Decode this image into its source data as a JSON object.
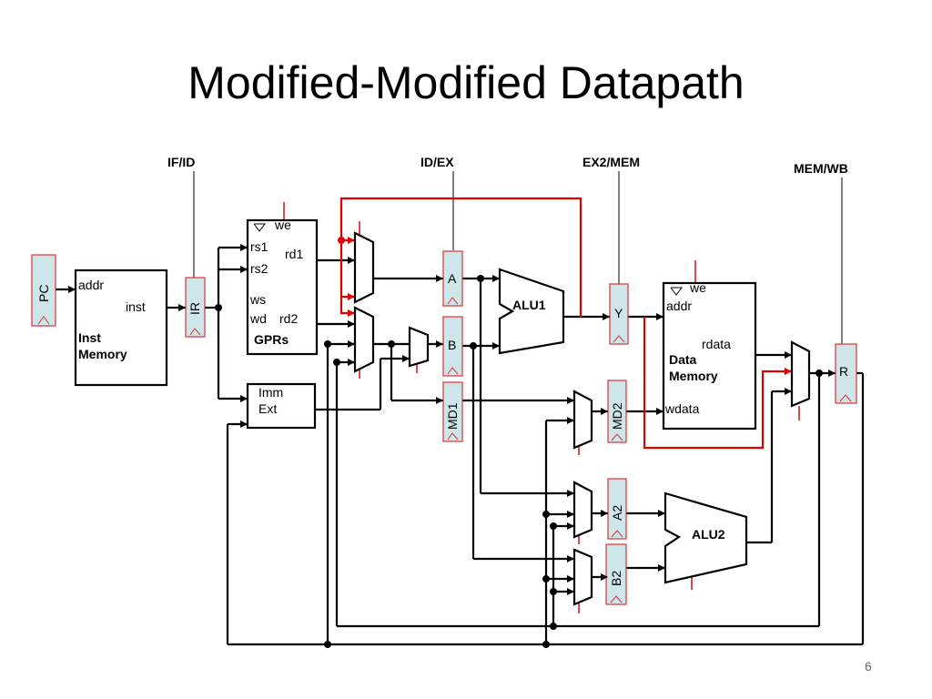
{
  "title": "Modified-Modified Datapath",
  "page_number": "6",
  "stages": {
    "if_id": "IF/ID",
    "id_ex": "ID/EX",
    "ex2_mem": "EX2/MEM",
    "mem_wb": "MEM/WB"
  },
  "registers": {
    "pc": "PC",
    "ir": "IR",
    "a": "A",
    "b": "B",
    "md1": "MD1",
    "y": "Y",
    "md2": "MD2",
    "a2": "A2",
    "b2": "B2",
    "r": "R"
  },
  "inst_memory": {
    "addr": "addr",
    "inst": "inst",
    "name_line1": "Inst",
    "name_line2": "Memory"
  },
  "gprs": {
    "we": "we",
    "rs1": "rs1",
    "rs2": "rs2",
    "rd1": "rd1",
    "ws": "ws",
    "wd": "wd",
    "rd2": "rd2",
    "name": "GPRs"
  },
  "imm_ext": {
    "line1": "Imm",
    "line2": "Ext"
  },
  "alu1": "ALU1",
  "alu2": "ALU2",
  "data_memory": {
    "we": "we",
    "addr": "addr",
    "rdata": "rdata",
    "name_line1": "Data",
    "name_line2": "Memory",
    "wdata": "wdata"
  },
  "colors": {
    "register_fill": "#cde6ea",
    "register_border": "#e03030",
    "bypass_wire": "#e00000",
    "wire": "#000000"
  }
}
